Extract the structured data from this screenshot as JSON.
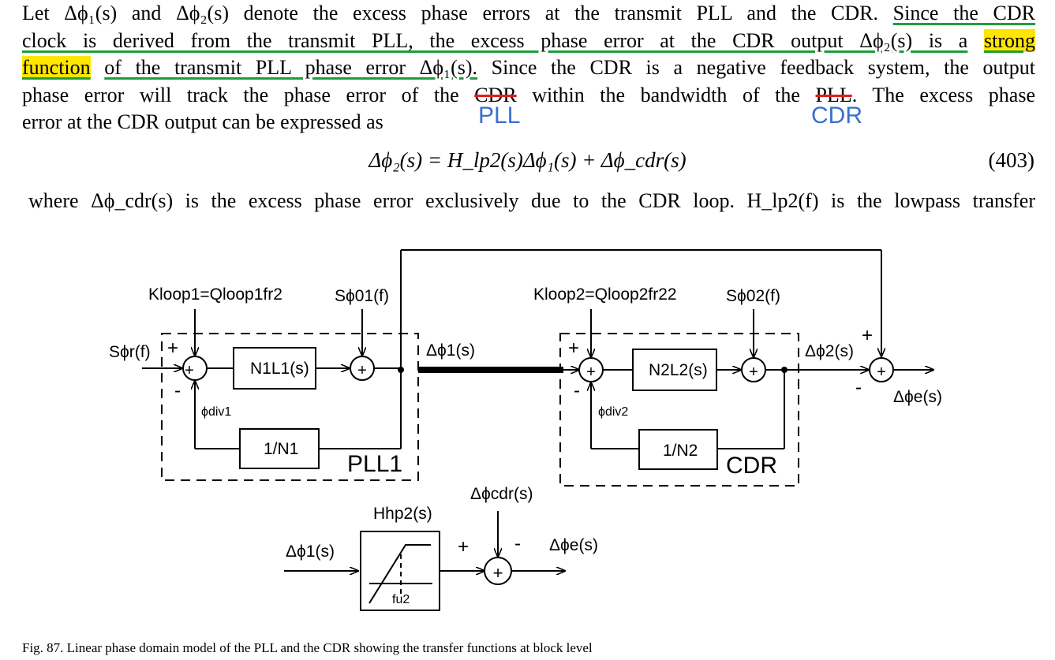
{
  "paragraph": {
    "line1": "Let Δϕ₁(s) and Δϕ₂(s) denote the excess phase errors at the transmit PLL and the CDR.",
    "line1_tail": "Since the CDR",
    "line2_head": "clock is derived from the transmit PLL, the excess phase error at the CDR output Δϕ₂(s) is a",
    "line2_hl": "strong",
    "line3_hl": "function",
    "line3_mid": "of the transmit PLL phase error Δϕ₁(s).",
    "line3_tail": "Since the CDR is a negative feedback system, the output",
    "line4_a": "phase error will track the phase error of the",
    "line4_strike1": "CDR",
    "line4_b": "within the bandwidth of the",
    "line4_strike2": "PLL",
    "line4_c": ". The excess phase",
    "line5": "error at the CDR output can be expressed as"
  },
  "annotations": {
    "fix1": "PLL",
    "fix2": "CDR",
    "fix_color": "#3a6fd0",
    "strike_color": "#e0201b",
    "underline_color": "#1f9d3a",
    "highlight_color": "#ffe600"
  },
  "equation": {
    "text": "Δϕ₂(s) = H_lp2(s)Δϕ₁(s) + Δϕ_cdr(s)",
    "number": "(403)"
  },
  "where_line": "where Δϕ_cdr(s) is the excess phase error exclusively due to the CDR loop. H_lp2(f) is the lowpass transfer",
  "diagram": {
    "kloop1": "Kloop1=Qloop1fr2",
    "sphi01": "Sϕ01(f)",
    "sphir": "Sϕr(f)",
    "block1": "N1L1(s)",
    "div1_block": "1/N1",
    "phidiv1": "ϕdiv1",
    "pll1_label": "PLL1",
    "dphi1": "Δϕ1(s)",
    "kloop2": "Kloop2=Qloop2fr22",
    "sphi02": "Sϕ02(f)",
    "block2": "N2L2(s)",
    "div2_block": "1/N2",
    "phidiv2": "ϕdiv2",
    "cdr_label": "CDR",
    "dphi2": "Δϕ2(s)",
    "dphie": "Δϕe(s)",
    "plus": "+",
    "minus": "-",
    "hhp2": "Hhp2(s)",
    "dphicdr": "Δϕcdr(s)",
    "fu2": "fu2",
    "dphi1_in": "Δϕ1(s)",
    "dphie_out": "Δϕe(s)"
  },
  "caption": "Fig. 87. Linear phase domain model of the PLL and the CDR showing the transfer functions at block level"
}
